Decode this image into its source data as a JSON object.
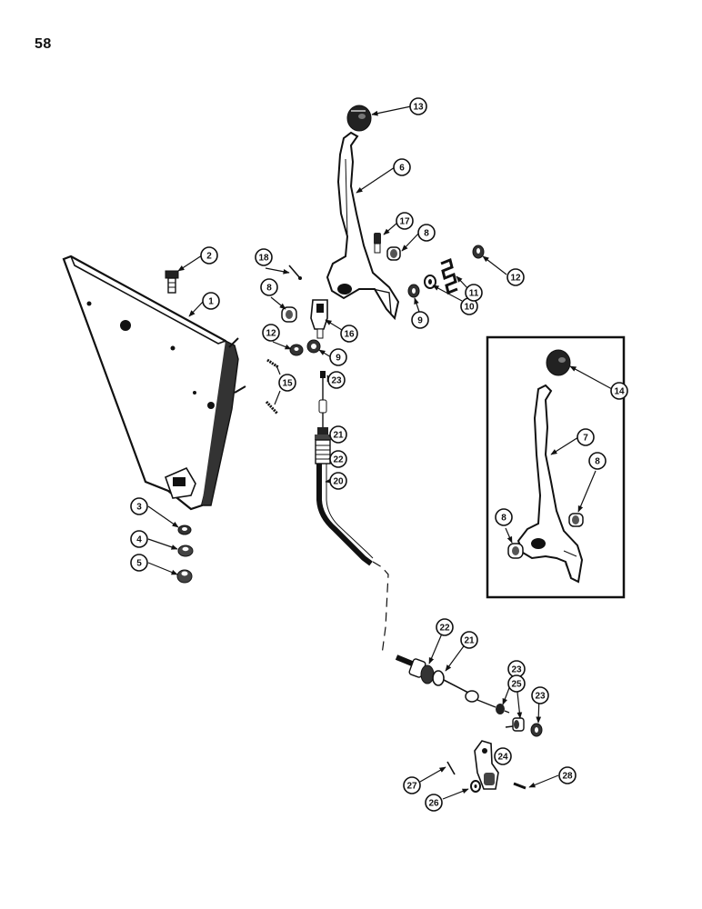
{
  "page": {
    "number": "58"
  },
  "colors": {
    "ink": "#111111",
    "paper": "#ffffff",
    "shade": "#555555"
  },
  "callouts": [
    {
      "id": "c1",
      "label": "1"
    },
    {
      "id": "c2",
      "label": "2"
    },
    {
      "id": "c3",
      "label": "3"
    },
    {
      "id": "c4",
      "label": "4"
    },
    {
      "id": "c5",
      "label": "5"
    },
    {
      "id": "c6",
      "label": "6"
    },
    {
      "id": "c7",
      "label": "7"
    },
    {
      "id": "c8a",
      "label": "8"
    },
    {
      "id": "c8b",
      "label": "8"
    },
    {
      "id": "c8c",
      "label": "8"
    },
    {
      "id": "c8d",
      "label": "8"
    },
    {
      "id": "c9a",
      "label": "9"
    },
    {
      "id": "c9b",
      "label": "9"
    },
    {
      "id": "c10",
      "label": "10"
    },
    {
      "id": "c11",
      "label": "11"
    },
    {
      "id": "c12a",
      "label": "12"
    },
    {
      "id": "c12b",
      "label": "12"
    },
    {
      "id": "c13",
      "label": "13"
    },
    {
      "id": "c14",
      "label": "14"
    },
    {
      "id": "c15",
      "label": "15"
    },
    {
      "id": "c16",
      "label": "16"
    },
    {
      "id": "c17",
      "label": "17"
    },
    {
      "id": "c18",
      "label": "18"
    },
    {
      "id": "c20",
      "label": "20"
    },
    {
      "id": "c21a",
      "label": "21"
    },
    {
      "id": "c21b",
      "label": "21"
    },
    {
      "id": "c22a",
      "label": "22"
    },
    {
      "id": "c22b",
      "label": "22"
    },
    {
      "id": "c23a",
      "label": "23"
    },
    {
      "id": "c23b",
      "label": "23"
    },
    {
      "id": "c23c",
      "label": "23"
    },
    {
      "id": "c24",
      "label": "24"
    },
    {
      "id": "c25",
      "label": "25"
    },
    {
      "id": "c26",
      "label": "26"
    },
    {
      "id": "c27",
      "label": "27"
    },
    {
      "id": "c28",
      "label": "28"
    }
  ]
}
